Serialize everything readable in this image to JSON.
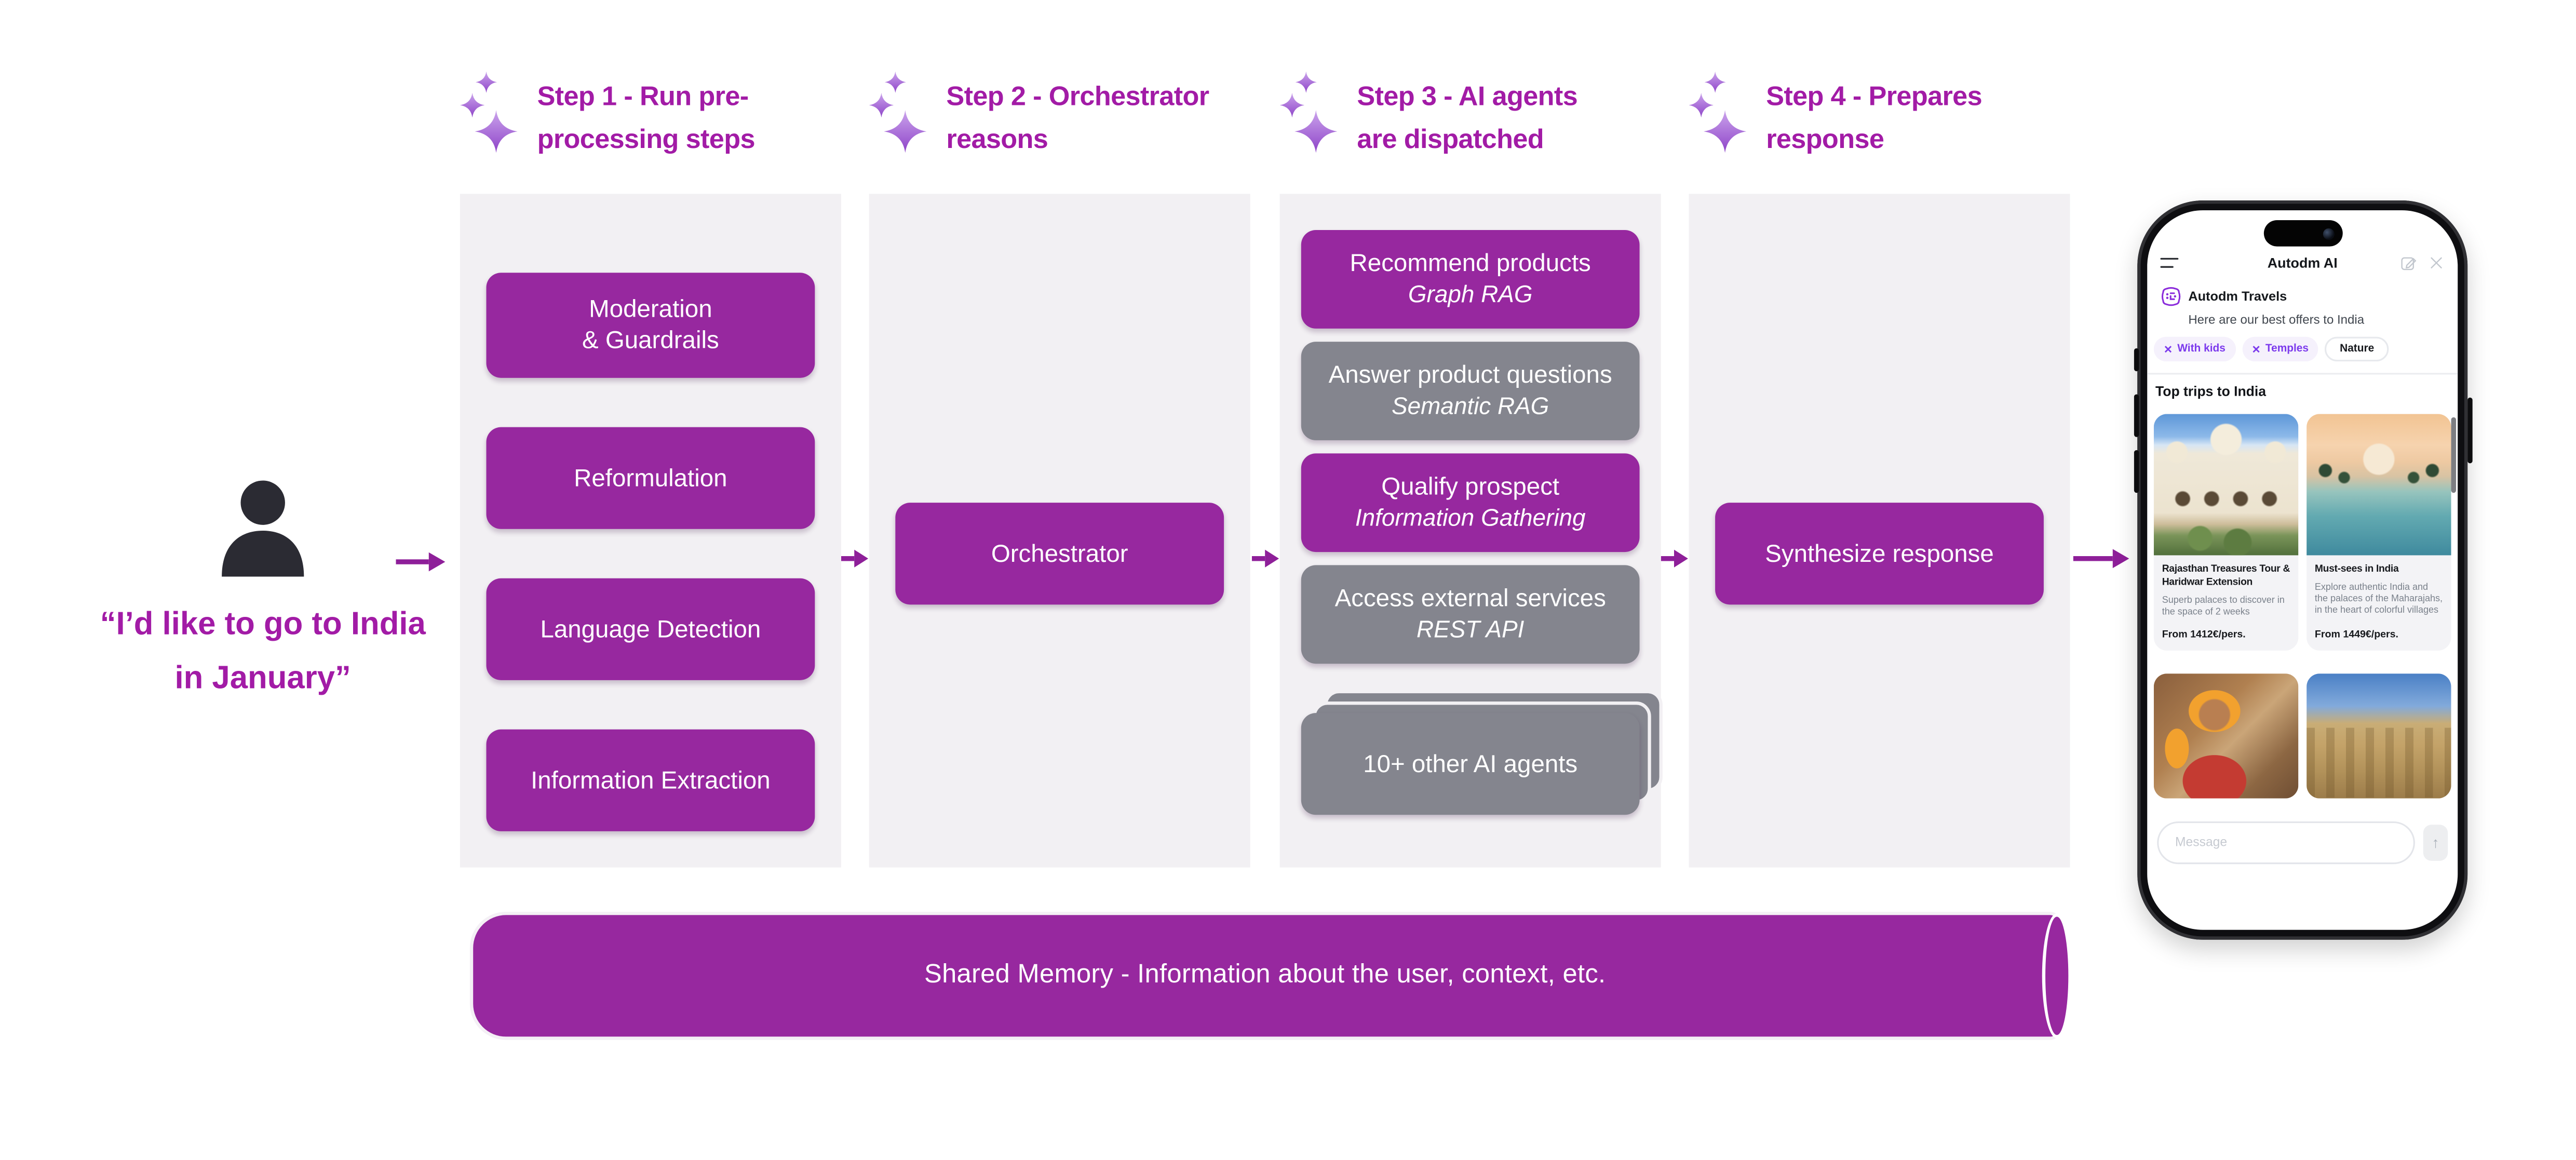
{
  "palette": {
    "purple": "#97289F",
    "gray": "#84858E",
    "head": "#A21BA6",
    "arrow": "#8E1F99",
    "panel": "#F2F0F3",
    "chip": "#7C3AED",
    "logo": "#8B2CDB",
    "sparkle_a": "#CBA4EC",
    "sparkle_b": "#8E44C8"
  },
  "user": {
    "quote": "“I’d like to go to India\nin January”"
  },
  "steps": [
    {
      "title": "Step 1 - Run pre-\nprocessing steps",
      "boxes": [
        {
          "label": "Moderation\n& Guardrails"
        },
        {
          "label": "Reformulation"
        },
        {
          "label": "Language Detection"
        },
        {
          "label": "Information Extraction"
        }
      ]
    },
    {
      "title": "Step 2 - Orchestrator\nreasons",
      "boxes": [
        {
          "label": "Orchestrator"
        }
      ]
    },
    {
      "title": "Step 3 - AI agents\nare dispatched",
      "boxes": [
        {
          "label": "Recommend products",
          "sub": "Graph RAG"
        },
        {
          "label": "Answer product questions",
          "sub": "Semantic RAG"
        },
        {
          "label": "Qualify prospect",
          "sub": "Information Gathering"
        },
        {
          "label": "Access external services",
          "sub": "REST API"
        },
        {
          "label": "10+ other AI agents"
        }
      ]
    },
    {
      "title": "Step 4 - Prepares\nresponse",
      "boxes": [
        {
          "label": "Synthesize response"
        }
      ]
    }
  ],
  "shared_memory": {
    "label": "Shared Memory - Information about the user, context, etc."
  },
  "phone": {
    "header": {
      "title": "Autodm AI"
    },
    "bot": {
      "name": "Autodm Travels",
      "message": "Here are our best offers to India"
    },
    "chips": [
      {
        "label": "With kids",
        "removable": true
      },
      {
        "label": "Temples",
        "removable": true
      },
      {
        "label": "Nature",
        "removable": false
      }
    ],
    "section_title": "Top trips to India",
    "cards": [
      {
        "title": "Rajasthan Treasures Tour & Haridwar Extension",
        "description": "Superb palaces to discover in the space of 2 weeks",
        "price": "From 1412€/pers.",
        "image": "rajasthan-palace-photo"
      },
      {
        "title": "Must-sees in India",
        "description": "Explore authentic India and the palaces of the Maharajahs, in the heart of colorful villages",
        "price": "From 1449€/pers.",
        "image": "taj-mahal-sunset-photo"
      }
    ],
    "gallery": [
      {
        "image": "indian-woman-portrait-photo"
      },
      {
        "image": "varanasi-ghats-photo"
      }
    ],
    "composer": {
      "placeholder": "Message",
      "send_glyph": "↑"
    }
  },
  "icons": {
    "remove_glyph": "✕"
  }
}
